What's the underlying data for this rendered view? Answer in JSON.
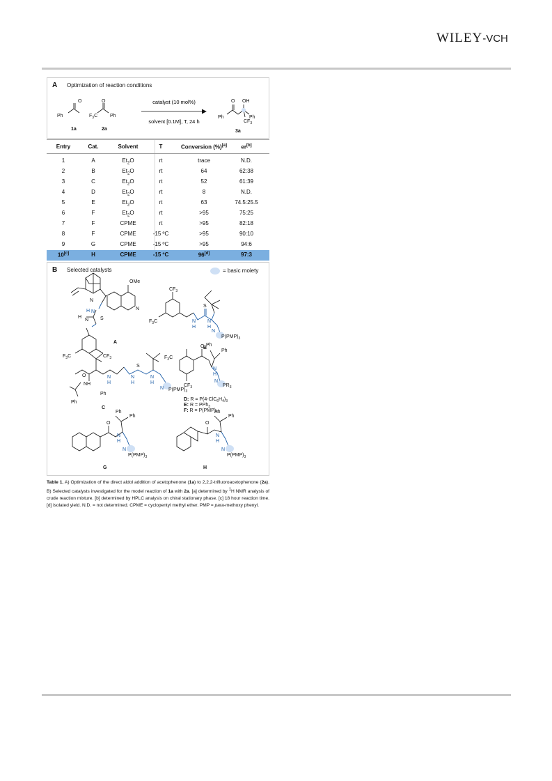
{
  "header": {
    "publisher_main": "WILEY",
    "publisher_suffix": "-VCH"
  },
  "panel_a": {
    "letter": "A",
    "title": "Optimization of reaction conditions",
    "reagent_1_label": "1a",
    "reagent_2_label": "2a",
    "product_label": "3a",
    "arrow_top": "catalyst (10 mol%)",
    "arrow_bottom": "solvent [0.1M], T, 24 h",
    "ph": "Ph",
    "o": "O",
    "oh": "OH",
    "f3c": "F",
    "cf3": "CF"
  },
  "table": {
    "headers": {
      "entry": "Entry",
      "cat": "Cat.",
      "solvent": "Solvent",
      "t": "T",
      "conversion": "Conversion (%)",
      "conversion_note": "[a]",
      "er": "er",
      "er_note": "[b]"
    },
    "rows": [
      {
        "entry": "1",
        "cat": "A",
        "solvent": "Et",
        "solvent_tail": "O",
        "t": "rt",
        "conv": "trace",
        "er": "N.D."
      },
      {
        "entry": "2",
        "cat": "B",
        "solvent": "Et",
        "solvent_tail": "O",
        "t": "rt",
        "conv": "64",
        "er": "62:38"
      },
      {
        "entry": "3",
        "cat": "C",
        "solvent": "Et",
        "solvent_tail": "O",
        "t": "rt",
        "conv": "52",
        "er": "61:39"
      },
      {
        "entry": "4",
        "cat": "D",
        "solvent": "Et",
        "solvent_tail": "O",
        "t": "rt",
        "conv": "8",
        "er": "N.D."
      },
      {
        "entry": "5",
        "cat": "E",
        "solvent": "Et",
        "solvent_tail": "O",
        "t": "rt",
        "conv": "63",
        "er": "74.5:25.5"
      },
      {
        "entry": "6",
        "cat": "F",
        "solvent": "Et",
        "solvent_tail": "O",
        "t": "rt",
        "conv": ">95",
        "er": "75:25"
      },
      {
        "entry": "7",
        "cat": "F",
        "solvent": "CPME",
        "solvent_tail": "",
        "t": "rt",
        "conv": ">95",
        "er": "82:18"
      },
      {
        "entry": "8",
        "cat": "F",
        "solvent": "CPME",
        "solvent_tail": "",
        "t": "-15 ºC",
        "conv": ">95",
        "er": "90:10"
      },
      {
        "entry": "9",
        "cat": "G",
        "solvent": "CPME",
        "solvent_tail": "",
        "t": "-15 ºC",
        "conv": ">95",
        "er": "94:6"
      }
    ],
    "highlight": {
      "entry": "10",
      "entry_note": "[c]",
      "cat": "H",
      "solvent": "CPME",
      "t": "-15 ºC",
      "conv": "96",
      "conv_note": "[d]",
      "er": "97:3"
    }
  },
  "panel_b": {
    "letter": "B",
    "title": "Selected catalysts",
    "legend": "= basic moiety",
    "cat_labels": [
      "A",
      "B",
      "C",
      "G",
      "H"
    ],
    "ome": "OMe",
    "n": "N",
    "h": "H",
    "s": "S",
    "o": "O",
    "nh": "NH",
    "ph": "Ph",
    "cf": "CF",
    "f": "F",
    "pr3": "PR",
    "ppmp": "P(PMP)",
    "d_label": "D:",
    "d_text": " R = P(4-ClC",
    "d_mid": "H",
    "d_end": ")",
    "e_label": "E:",
    "e_text": " R = PPh",
    "f_label": "F:",
    "f_text": " R = P(PMP)",
    "sub3": "3",
    "sub2": "2",
    "sub6": "6",
    "sub4": "4"
  },
  "caption": {
    "label": "Table 1.",
    "p1": " A) Optimization of the direct aldol addition of acetophenone (",
    "c1": "1a",
    "p2": ") to 2,2,2-trifluoroacetophenone (",
    "c2": "2a",
    "p3": "). B)  Selected catalysts investigated for the model reaction of ",
    "c3": "1a",
    "p4": " with ",
    "c4": "2a",
    "p5": ". [a] determined by ",
    "sup1": "1",
    "p6": "H NMR analysis of crude reaction mixture. [b] determined by HPLC analysis on chiral stationary phase. [c] 18 hour reaction time. [d] isolated yield. N.D. = not determined. CPME = cyclopentyl methyl ether. PMP = ",
    "italic": "para",
    "p7": "-methoxy phenyl."
  },
  "colors": {
    "highlight_row": "#7bafe0",
    "bond_blue": "#1f5fa8",
    "basic_moiety": "#cfe0f5",
    "rule": "#c8c8c8"
  }
}
